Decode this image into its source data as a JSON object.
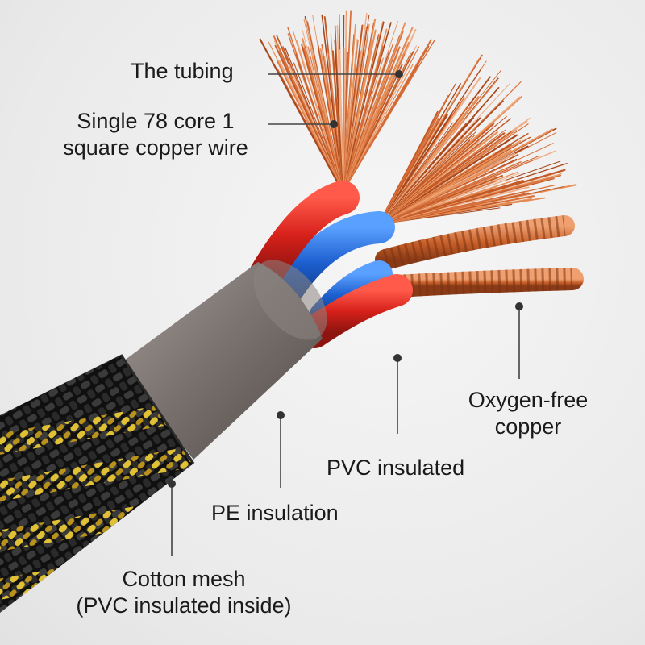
{
  "diagram": {
    "subject": "multi-core copper audio cable cross-section",
    "colors": {
      "background": "#ececec",
      "copper": "#c8602a",
      "red_insulation": "#d8241c",
      "blue_insulation": "#1d5fcf",
      "gray_sheath": "#77706c",
      "mesh_black": "#141414",
      "mesh_gold": "#d8b830",
      "leader": "#333333"
    },
    "labels": {
      "tubing": "The tubing",
      "single_core_line1": "Single 78 core 1",
      "single_core_line2": "square copper wire",
      "oxygen_line1": "Oxygen-free",
      "oxygen_line2": "copper",
      "pvc_insulated": "PVC insulated",
      "pe_insulation": "PE insulation",
      "cotton_line1": "Cotton mesh",
      "cotton_line2": "(PVC insulated inside)"
    }
  }
}
